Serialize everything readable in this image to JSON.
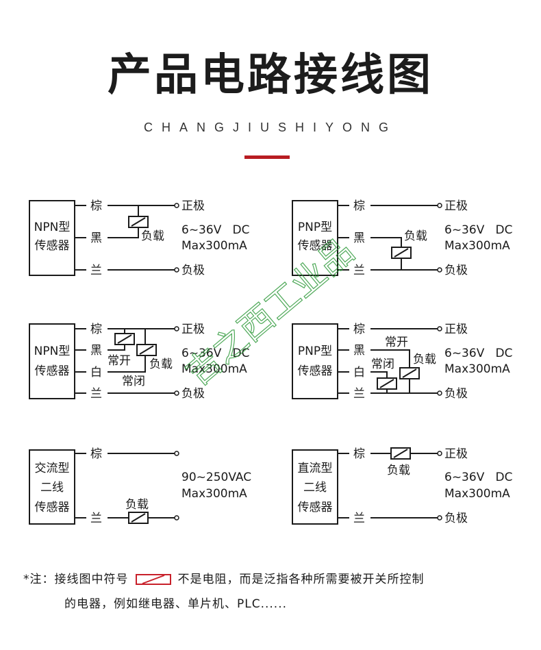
{
  "title": "产品电路接线图",
  "subtitle": "CHANGJIUSHIYONG",
  "accent_color": "#b81c22",
  "watermark": "吉之西工业品",
  "panels": [
    {
      "sensor": [
        "NPN型",
        "传感器"
      ],
      "wires": [
        "棕",
        "黑",
        "兰"
      ],
      "positive": "正极",
      "negative": "负极",
      "load": "负载",
      "voltage": "6~36V   DC",
      "current": "Max300mA"
    },
    {
      "sensor": [
        "PNP型",
        "传感器"
      ],
      "wires": [
        "棕",
        "黑",
        "兰"
      ],
      "positive": "正极",
      "negative": "负极",
      "load": "负载",
      "voltage": "6~36V   DC",
      "current": "Max300mA"
    },
    {
      "sensor": [
        "NPN型",
        "传感器"
      ],
      "wires": [
        "棕",
        "黑",
        "白",
        "兰"
      ],
      "positive": "正极",
      "negative": "负极",
      "load": "负载",
      "no": "常开",
      "nc": "常闭",
      "voltage": "6~36V   DC",
      "current": "Max300mA"
    },
    {
      "sensor": [
        "PNP型",
        "传感器"
      ],
      "wires": [
        "棕",
        "黑",
        "白",
        "兰"
      ],
      "positive": "正极",
      "negative": "负极",
      "load": "负载",
      "no": "常开",
      "nc": "常闭",
      "voltage": "6~36V   DC",
      "current": "Max300mA"
    },
    {
      "sensor": [
        "交流型",
        "二线",
        "传感器"
      ],
      "wires": [
        "棕",
        "兰"
      ],
      "load": "负载",
      "voltage": "90~250VAC",
      "current": "Max300mA"
    },
    {
      "sensor": [
        "直流型",
        "二线",
        "传感器"
      ],
      "wires": [
        "棕",
        "兰"
      ],
      "positive": "正极",
      "negative": "负极",
      "load": "负载",
      "voltage": "6~36V   DC",
      "current": "Max300mA"
    }
  ],
  "note": {
    "prefix": "*注：接线图中符号",
    "suffix": "不是电阻，而是泛指各种所需要被开关所控制",
    "line2": "的电器，例如继电器、单片机、PLC......"
  }
}
